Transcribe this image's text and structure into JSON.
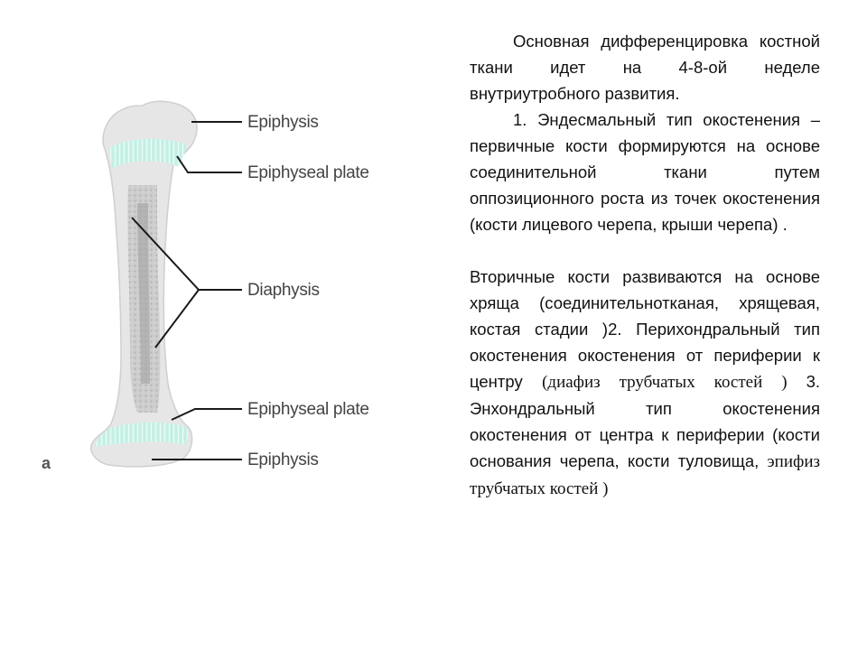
{
  "diagram": {
    "panel_letter": "a",
    "labels": {
      "epiphysis_top": "Epiphysis",
      "epiphyseal_plate_top": "Epiphyseal plate",
      "diaphysis": "Diaphysis",
      "epiphyseal_plate_bottom": "Epiphyseal plate",
      "epiphysis_bottom": "Epiphysis"
    },
    "colors": {
      "bone": "#e6e6e6",
      "cartilage_plate": "#bfeee3",
      "marrow": "#b0b0b0",
      "leader": "#1a1a1a"
    }
  },
  "text": {
    "p1": "Основная дифференцировка костной ткани идет на 4-8-ой неделе внутриутробного развития.",
    "p2": "1. Эндесмальный тип окостенения – первичные кости формируются на основе соединительной ткани путем оппозиционного роста из точек окостенения (кости лицевого черепа, крыши черепа) .",
    "p3_a": "Вторичные кости развиваются на основе хряща (соединительнотканая, хрящевая, костая стадии )2. Перихондральный тип окостенения окостенения от периферии к центру ",
    "p3_b": "(диафиз трубчатых костей ) ",
    "p3_c": "3. Энхондральный тип окостенения окостенения от центра к периферии (кости основания черепа, кости туловища, ",
    "p3_d": "эпифиз трубчатых костей )"
  }
}
